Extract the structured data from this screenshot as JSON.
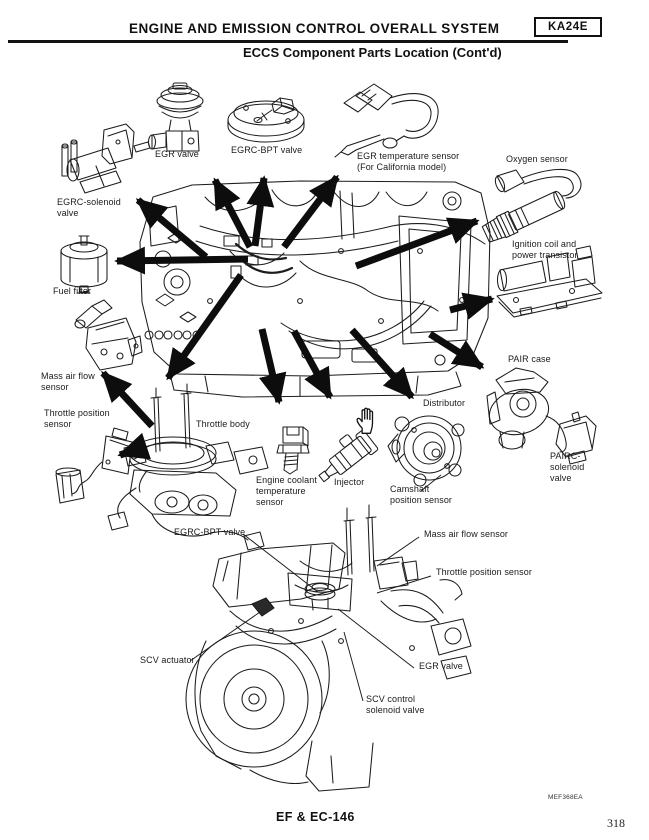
{
  "header": {
    "title": "ENGINE AND EMISSION CONTROL OVERALL SYSTEM",
    "engine_code": "KA24E",
    "subtitle": "ECCS Component Parts Location (Cont'd)"
  },
  "diagram": {
    "callouts": {
      "egr_valve": "EGR valve",
      "egrc_bpt_valve": "EGRC-BPT valve",
      "egr_temperature_sensor": "EGR temperature sensor\n(For California model)",
      "oxygen_sensor": "Oxygen sensor",
      "egrc_solenoid_valve": "EGRC-solenoid\nvalve",
      "fuel_filter": "Fuel filter",
      "mass_air_flow_sensor": "Mass air flow\nsensor",
      "throttle_position_sensor": "Throttle position\nsensor",
      "ignition_coil": "Ignition coil and\npower transistor",
      "pair_case": "PAIR case",
      "pairc_solenoid_valve": "PAIRC-\nsolenoid\nvalve",
      "throttle_body": "Throttle body",
      "engine_coolant_temperature_sensor": "Engine coolant\ntemperature\nsensor",
      "injector": "Injector",
      "distributor": "Distributor",
      "camshaft_position_sensor": "Camshaft\nposition sensor"
    },
    "engine_callouts": {
      "egrc_bpt_valve": "EGRC-BPT valve",
      "mass_air_flow_sensor": "Mass air flow sensor",
      "throttle_position_sensor": "Throttle position sensor",
      "scv_actuator": "SCV actuator",
      "egr_valve": "EGR valve",
      "scv_control_solenoid_valve": "SCV control\nsolenoid valve"
    },
    "cursor_icon": "hand-cursor"
  },
  "footer": {
    "figure_id": "MEF368EA",
    "section_page": "EF & EC-146",
    "page_number": "318"
  }
}
